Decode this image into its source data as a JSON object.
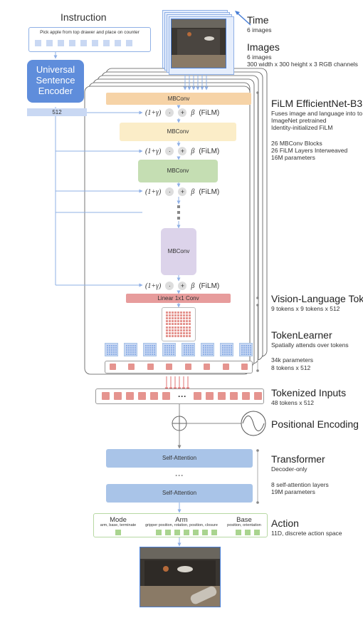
{
  "instruction": {
    "title": "Instruction",
    "text": "Pick apple from top drawer and place on counter"
  },
  "encoder": {
    "label": "Universal Sentence Encoder",
    "dim_label": "512"
  },
  "time": {
    "title": "Time",
    "desc": "6 images"
  },
  "images": {
    "title": "Images",
    "desc1": "6 images",
    "desc2": "300 width x 300 height x 3 RGB channels"
  },
  "film": {
    "title": "FiLM EfficientNet-B3",
    "desc": [
      "Fuses image and language into to",
      "ImageNet pretrained",
      "Identity-initialized FiLM"
    ],
    "stats": [
      "26 MBConv Blocks",
      "26 FiLM Layers Interweaved",
      "16M parameters"
    ],
    "block_label": "MBConv",
    "film_label": "(FiLM)",
    "one_plus_gamma": "(1+γ)",
    "dot": "·",
    "plus": "+",
    "beta": "β",
    "conv_label": "Linear 1x1 Conv"
  },
  "vlt": {
    "title": "Vision-Language Toke",
    "desc": "9 tokens x 9 tokens x 512"
  },
  "tokenlearner": {
    "title": "TokenLearner",
    "desc": "Spatially attends over tokens",
    "stats": [
      "34k parameters",
      "8 tokens x 512"
    ]
  },
  "tokenized": {
    "title": "Tokenized Inputs",
    "desc": "48 tokens x 512",
    "ellipsis": "···"
  },
  "positional": {
    "title": "Positional Encoding"
  },
  "transformer": {
    "title": "Transformer",
    "desc": "Decoder-only",
    "stats": [
      "8 self-attention layers",
      "19M parameters"
    ],
    "layer_label": "Self-Attention",
    "ellipsis": "···"
  },
  "action": {
    "title": "Action",
    "desc": "11D, discrete action space",
    "groups": [
      {
        "name": "Mode",
        "desc": "arm, base, terminate",
        "count": 1
      },
      {
        "name": "Arm",
        "desc": "gripper position, rotation, position, closure",
        "count": 7
      },
      {
        "name": "Base",
        "desc": "position, orientation",
        "count": 3
      }
    ]
  },
  "colors": {
    "blue_accent": "#4a7fd6",
    "mbconv_1": "#f6d3a7",
    "mbconv_2": "#fbedc8",
    "mbconv_3": "#c5deb3",
    "mbconv_4": "#dcd3ea",
    "conv": "#e79c9c",
    "token": "#e5948f",
    "transformer": "#a9c4e8",
    "action_token": "#a9d48f"
  }
}
